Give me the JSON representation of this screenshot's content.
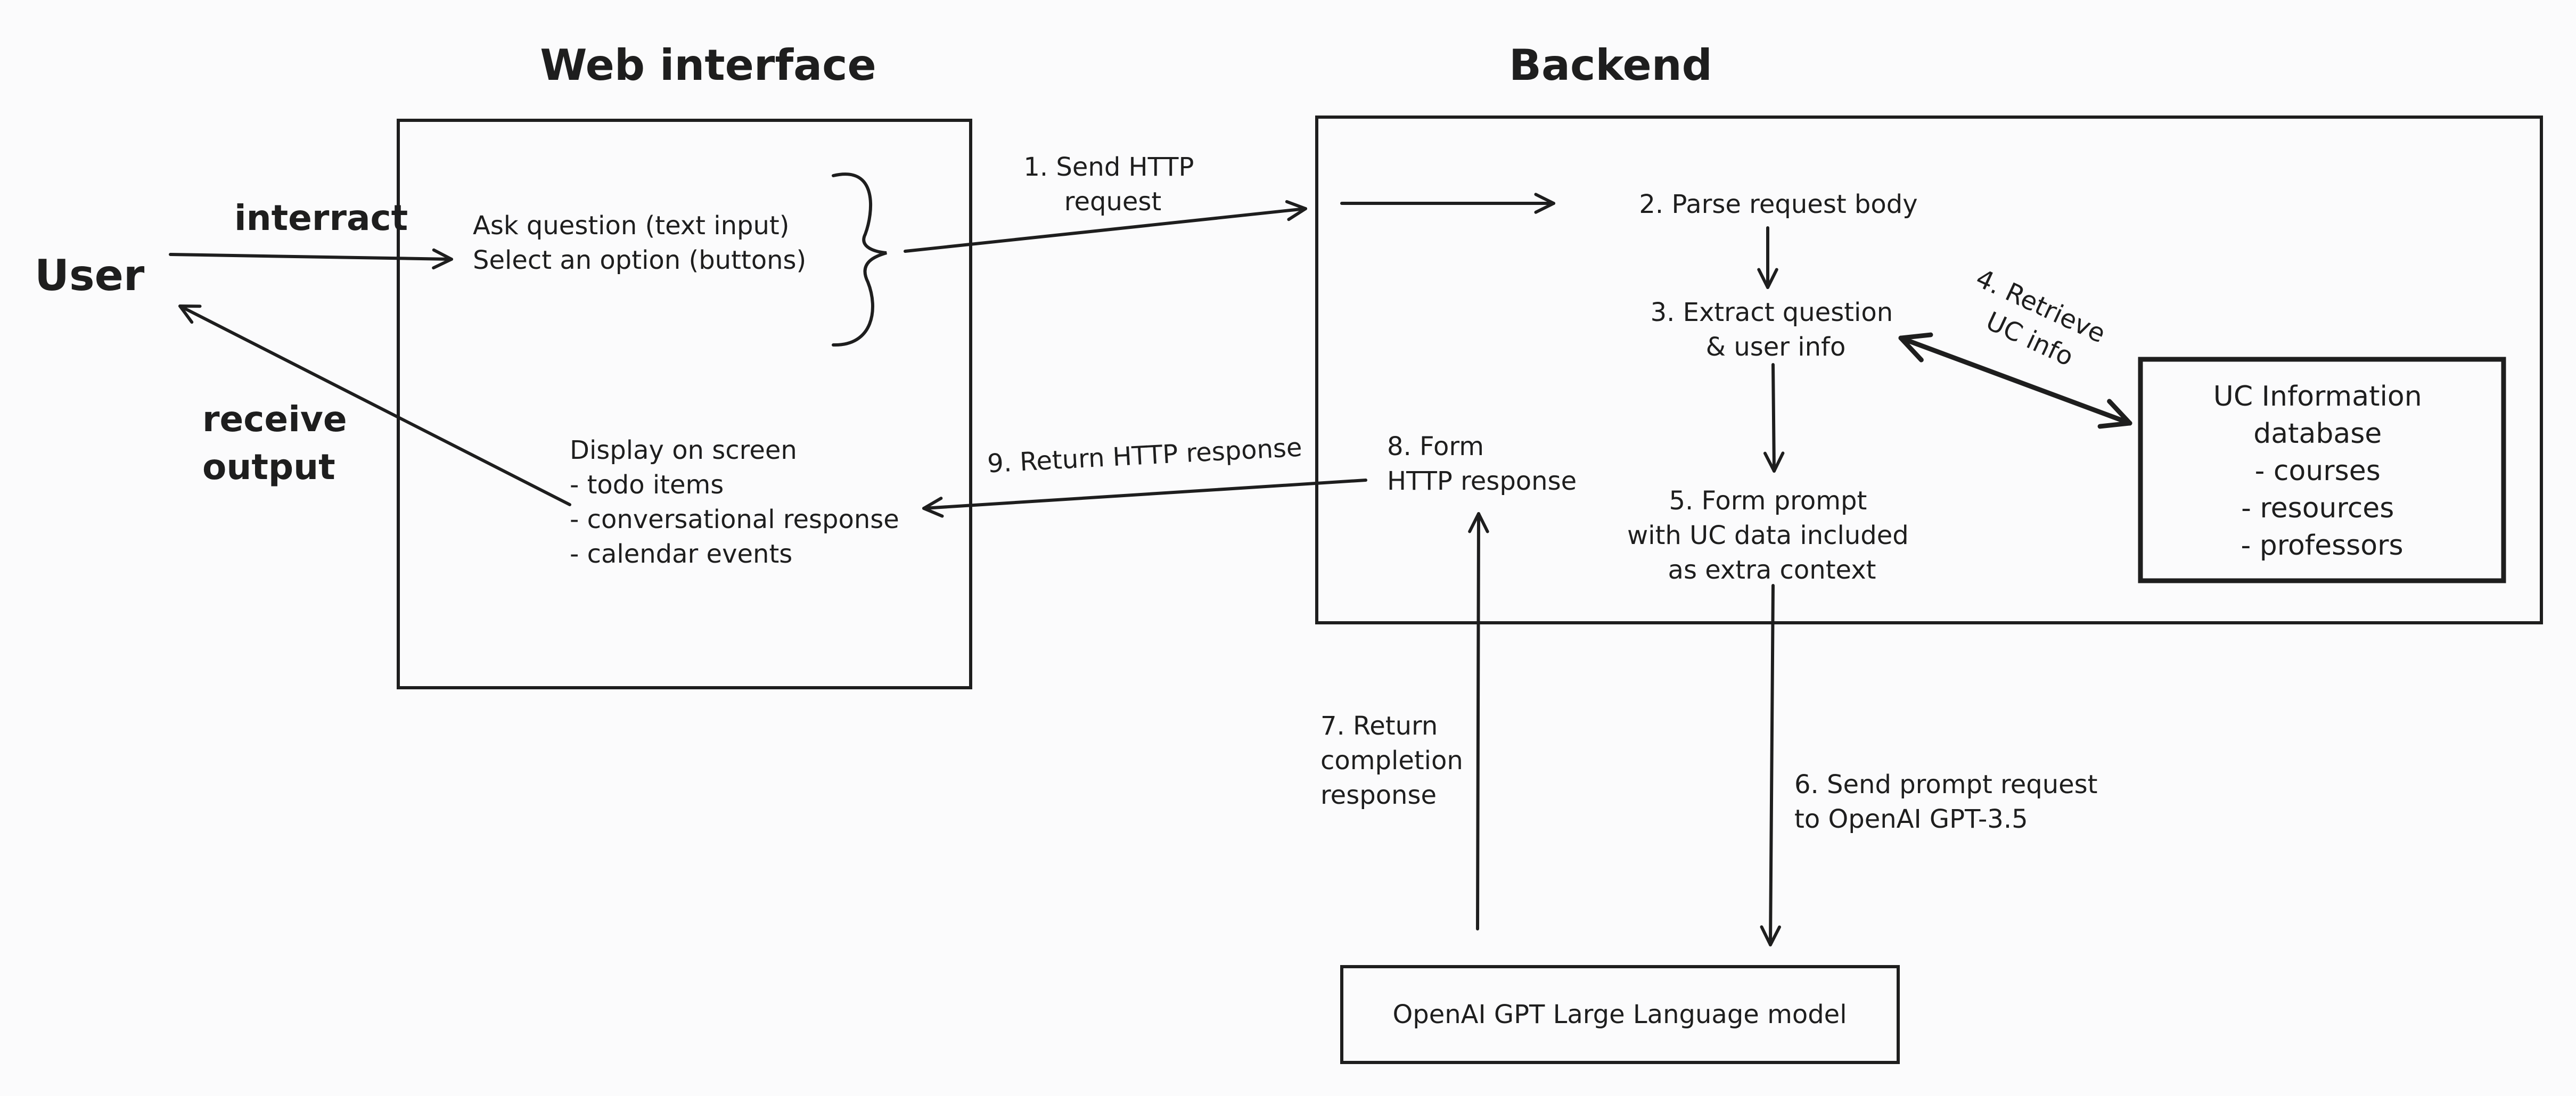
{
  "titles": {
    "web_interface": "Web interface",
    "backend": "Backend"
  },
  "actors": {
    "user": "User",
    "interact": "interract",
    "receive": [
      "receive",
      "output"
    ]
  },
  "web_interface": {
    "inputs": [
      "Ask question  (text input)",
      "Select an option (buttons)"
    ],
    "display": [
      "Display on screen",
      "- todo items",
      "- conversational response",
      "- calendar events"
    ]
  },
  "steps": {
    "s1": [
      "1. Send HTTP",
      "request"
    ],
    "s2": [
      "2. Parse request body"
    ],
    "s3": [
      "3. Extract question",
      "& user info"
    ],
    "s4": [
      "4. Retrieve",
      "UC info"
    ],
    "s5": [
      "5. Form prompt",
      "with UC data included",
      "as extra context"
    ],
    "s6": [
      "6. Send prompt request",
      "to OpenAI GPT-3.5"
    ],
    "s7": [
      "7. Return",
      "completion",
      "response"
    ],
    "s8": [
      "8. Form",
      "HTTP response"
    ],
    "s9": [
      "9. Return HTTP response"
    ]
  },
  "database": [
    "UC Information",
    "database",
    "- courses",
    "- resources",
    "- professors"
  ],
  "llm": "OpenAI GPT Large Language model"
}
